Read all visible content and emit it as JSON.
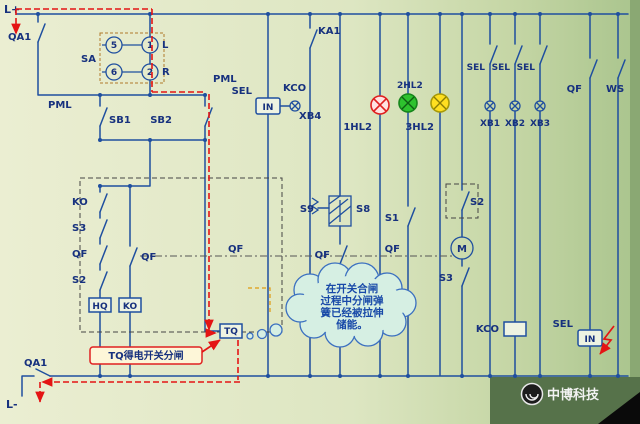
{
  "colors": {
    "background_left": "#e9eccf",
    "background_right": "#a9c48d",
    "wire": "#1f4f9f",
    "flow_red": "#e41414",
    "lamp_red": "#e02020",
    "lamp_green": "#2ec22e",
    "lamp_yellow": "#ffdf20",
    "cloud_fill": "#d6efe3",
    "cloud_border": "#3a6fc0",
    "callout_border": "#e02020",
    "callout_fill": "#fdf6d8",
    "text_blue": "#17317e"
  },
  "labels": {
    "l_plus": "L+",
    "l_minus": "L-",
    "qa1_top": "QA1",
    "qa1_bottom": "QA1",
    "sa": "SA",
    "sel_5": "5",
    "sel_1": "1",
    "sel_6": "6",
    "sel_2": "2",
    "sel_l": "L",
    "sel_r": "R",
    "pml_left": "PML",
    "pml_mid": "PML",
    "sb1": "SB1",
    "sb2": "SB2",
    "sel_top": "SEL",
    "kco_top": "KCO",
    "in_top": "IN",
    "xb4": "XB4",
    "ka1": "KA1",
    "hl_1": "1HL2",
    "hl_2": "2HL2",
    "hl_3": "3HL2",
    "sel_r1": "SEL",
    "sel_r2": "SEL",
    "sel_r3": "SEL",
    "xb1": "XB1",
    "xb2": "XB2",
    "xb3": "XB3",
    "qf_top": "QF",
    "ws": "WS",
    "ko_contact": "KO",
    "s3_left": "S3",
    "qf_left": "QF",
    "s2_left": "S2",
    "hq_coil": "HQ",
    "ko_coil": "KO",
    "qf_box2": "QF",
    "s9": "S9",
    "s8": "S8",
    "qf_mid1": "QF",
    "qf_mid2": "QF",
    "qf_mid3": "QF",
    "s1": "S1",
    "s2_right": "S2",
    "s3_right": "S3",
    "motor": "M",
    "tq": "TQ",
    "kco_bottom": "KCO",
    "sel_bottom": "SEL",
    "in_bottom": "IN"
  },
  "annotations": {
    "cloud_lines": [
      "在开关合闸",
      "过程中分闸弹",
      "簧已经被拉伸",
      "储能。"
    ],
    "callout": "TQ得电开关分闸"
  },
  "watermark": "中博科技"
}
